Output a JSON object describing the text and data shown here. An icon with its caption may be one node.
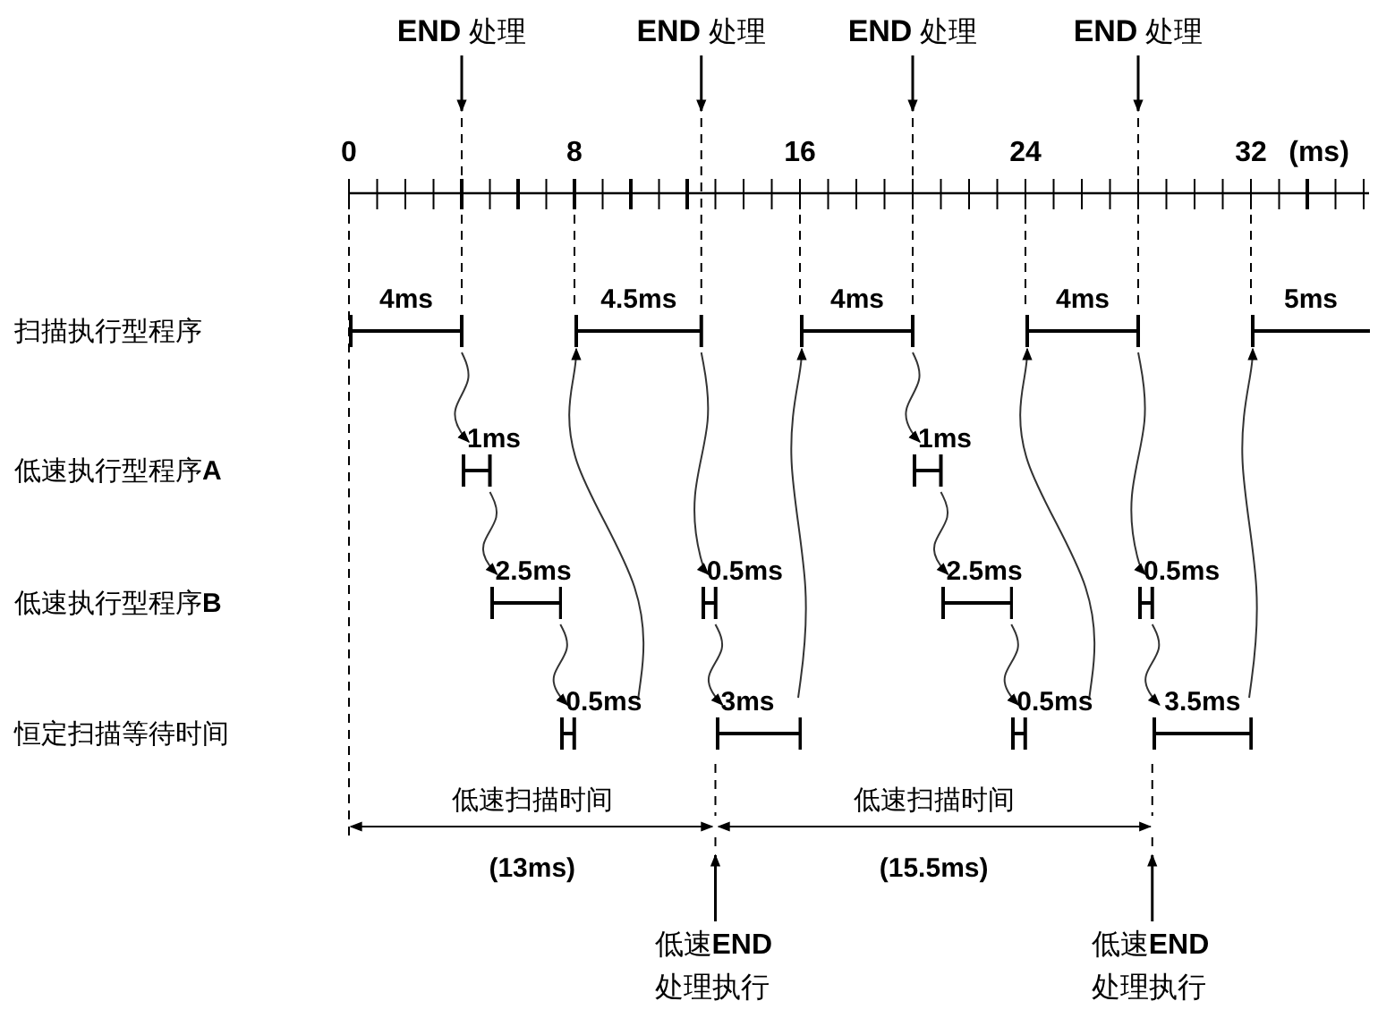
{
  "diagram": {
    "nodes": [
      {
        "text": [
          "4ms"
        ]
      },
      {
        "text": [
          "1ms"
        ]
      },
      {
        "text": [
          "2.5ms"
        ]
      },
      {
        "text": [
          "0.5ms"
        ]
      },
      {
        "text": [
          "4.5ms"
        ]
      },
      {
        "text": [
          "0.5ms"
        ]
      },
      {
        "text": [
          "3ms"
        ]
      },
      {
        "text": [
          "4ms"
        ]
      },
      {
        "text": [
          "1ms"
        ]
      },
      {
        "text": [
          "2.5ms"
        ]
      },
      {
        "text": [
          "0.5ms"
        ]
      },
      {
        "text": [
          "4ms"
        ]
      },
      {
        "text": [
          "0.5ms"
        ]
      },
      {
        "text": [
          "3.5ms"
        ]
      },
      {
        "text": [
          "5ms"
        ]
      },
      {
        "text": [
          "**END** 处理"
        ]
      },
      {
        "text": [
          "**END** 处理"
        ]
      },
      {
        "text": [
          "**END** 处理"
        ]
      },
      {
        "text": [
          "**END** 处理"
        ]
      },
      {
        "text": [
          "低速**END**处理执行"
        ]
      },
      {
        "text": [
          "低速**END**处理执行"
        ]
      }
    ],
    "edges": [
      {
        "from": 0,
        "to": 1,
        "arrow": "to"
      },
      {
        "from": 1,
        "to": 2,
        "arrow": "to"
      },
      {
        "from": 2,
        "to": 3,
        "arrow": "to"
      },
      {
        "from": 3,
        "to": 4,
        "arrow": "to"
      },
      {
        "from": 4,
        "to": 5,
        "arrow": "to"
      },
      {
        "from": 5,
        "to": 6,
        "arrow": "to"
      },
      {
        "from": 6,
        "to": 7,
        "arrow": "to"
      },
      {
        "from": 7,
        "to": 8,
        "arrow": "to"
      },
      {
        "from": 8,
        "to": 9,
        "arrow": "to"
      },
      {
        "from": 9,
        "to": 10,
        "arrow": "to"
      },
      {
        "from": 10,
        "to": 11,
        "arrow": "to"
      },
      {
        "from": 11,
        "to": 12,
        "arrow": "to"
      },
      {
        "from": 12,
        "to": 13,
        "arrow": "to"
      },
      {
        "from": 13,
        "to": 14,
        "arrow": "to"
      },
      {
        "from": 15,
        "to": null,
        "arrow": "to"
      },
      {
        "from": 16,
        "to": null,
        "arrow": "to"
      },
      {
        "from": 17,
        "to": null,
        "arrow": "to"
      },
      {
        "from": 18,
        "to": null,
        "arrow": "to"
      },
      {
        "from": 19,
        "to": null,
        "arrow": "to"
      },
      {
        "from": 20,
        "to": null,
        "arrow": "to"
      }
    ],
    "labels": [
      "0",
      "8",
      "16",
      "24",
      "32",
      "(ms)",
      "扫描执行型程序",
      "低速执行型程序**A**",
      "低速执行型程序**B**",
      "恒定扫描等待时间",
      "低速扫描时间",
      "低速扫描时间",
      "(13ms)",
      "(15.5ms)"
    ]
  }
}
